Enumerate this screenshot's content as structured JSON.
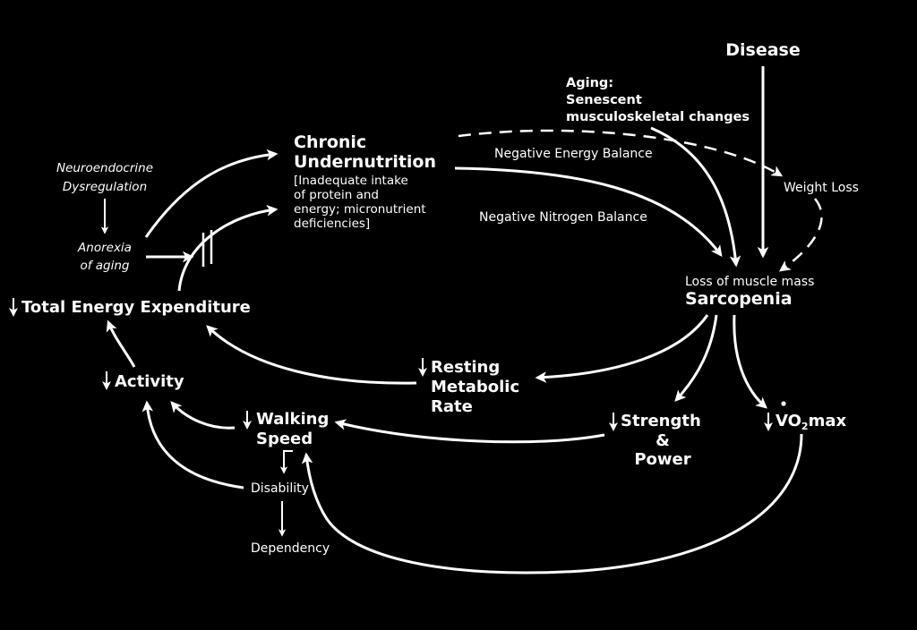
{
  "colors": {
    "background": "#000000",
    "foreground": "#ffffff"
  },
  "nodes": {
    "disease": "Disease",
    "aging": [
      "Aging:",
      "Senescent",
      "musculoskeletal changes"
    ],
    "neuroendocrine": [
      "Neuroendocrine",
      "Dysregulation"
    ],
    "anorexia": [
      "Anorexia",
      "of aging"
    ],
    "chronic_undernutrition": {
      "title": [
        "Chronic",
        "Undernutrition"
      ],
      "detail": [
        "[Inadequate intake",
        "of protein and",
        "energy; micronutrient",
        "deficiencies]"
      ]
    },
    "total_energy_expenditure": "Total Energy Expenditure",
    "activity": "Activity",
    "walking_speed": [
      "Walking",
      "Speed"
    ],
    "resting_metabolic_rate": [
      "Resting",
      "Metabolic",
      "Rate"
    ],
    "strength_power": [
      "Strength",
      "&",
      "Power"
    ],
    "vo2max": {
      "prefix": "VO",
      "sub": "2",
      "suffix": "max"
    },
    "weight_loss": "Weight Loss",
    "sarcopenia": {
      "line1": "Loss of muscle mass",
      "line2": "Sarcopenia"
    },
    "disability": "Disability",
    "dependency": "Dependency"
  },
  "edge_labels": {
    "negative_energy_balance": "Negative Energy Balance",
    "negative_nitrogen_balance": "Negative Nitrogen Balance"
  },
  "arrow_types": {
    "down_indicator": "decrease-arrow",
    "blocked_edge": "double-bar-break"
  }
}
